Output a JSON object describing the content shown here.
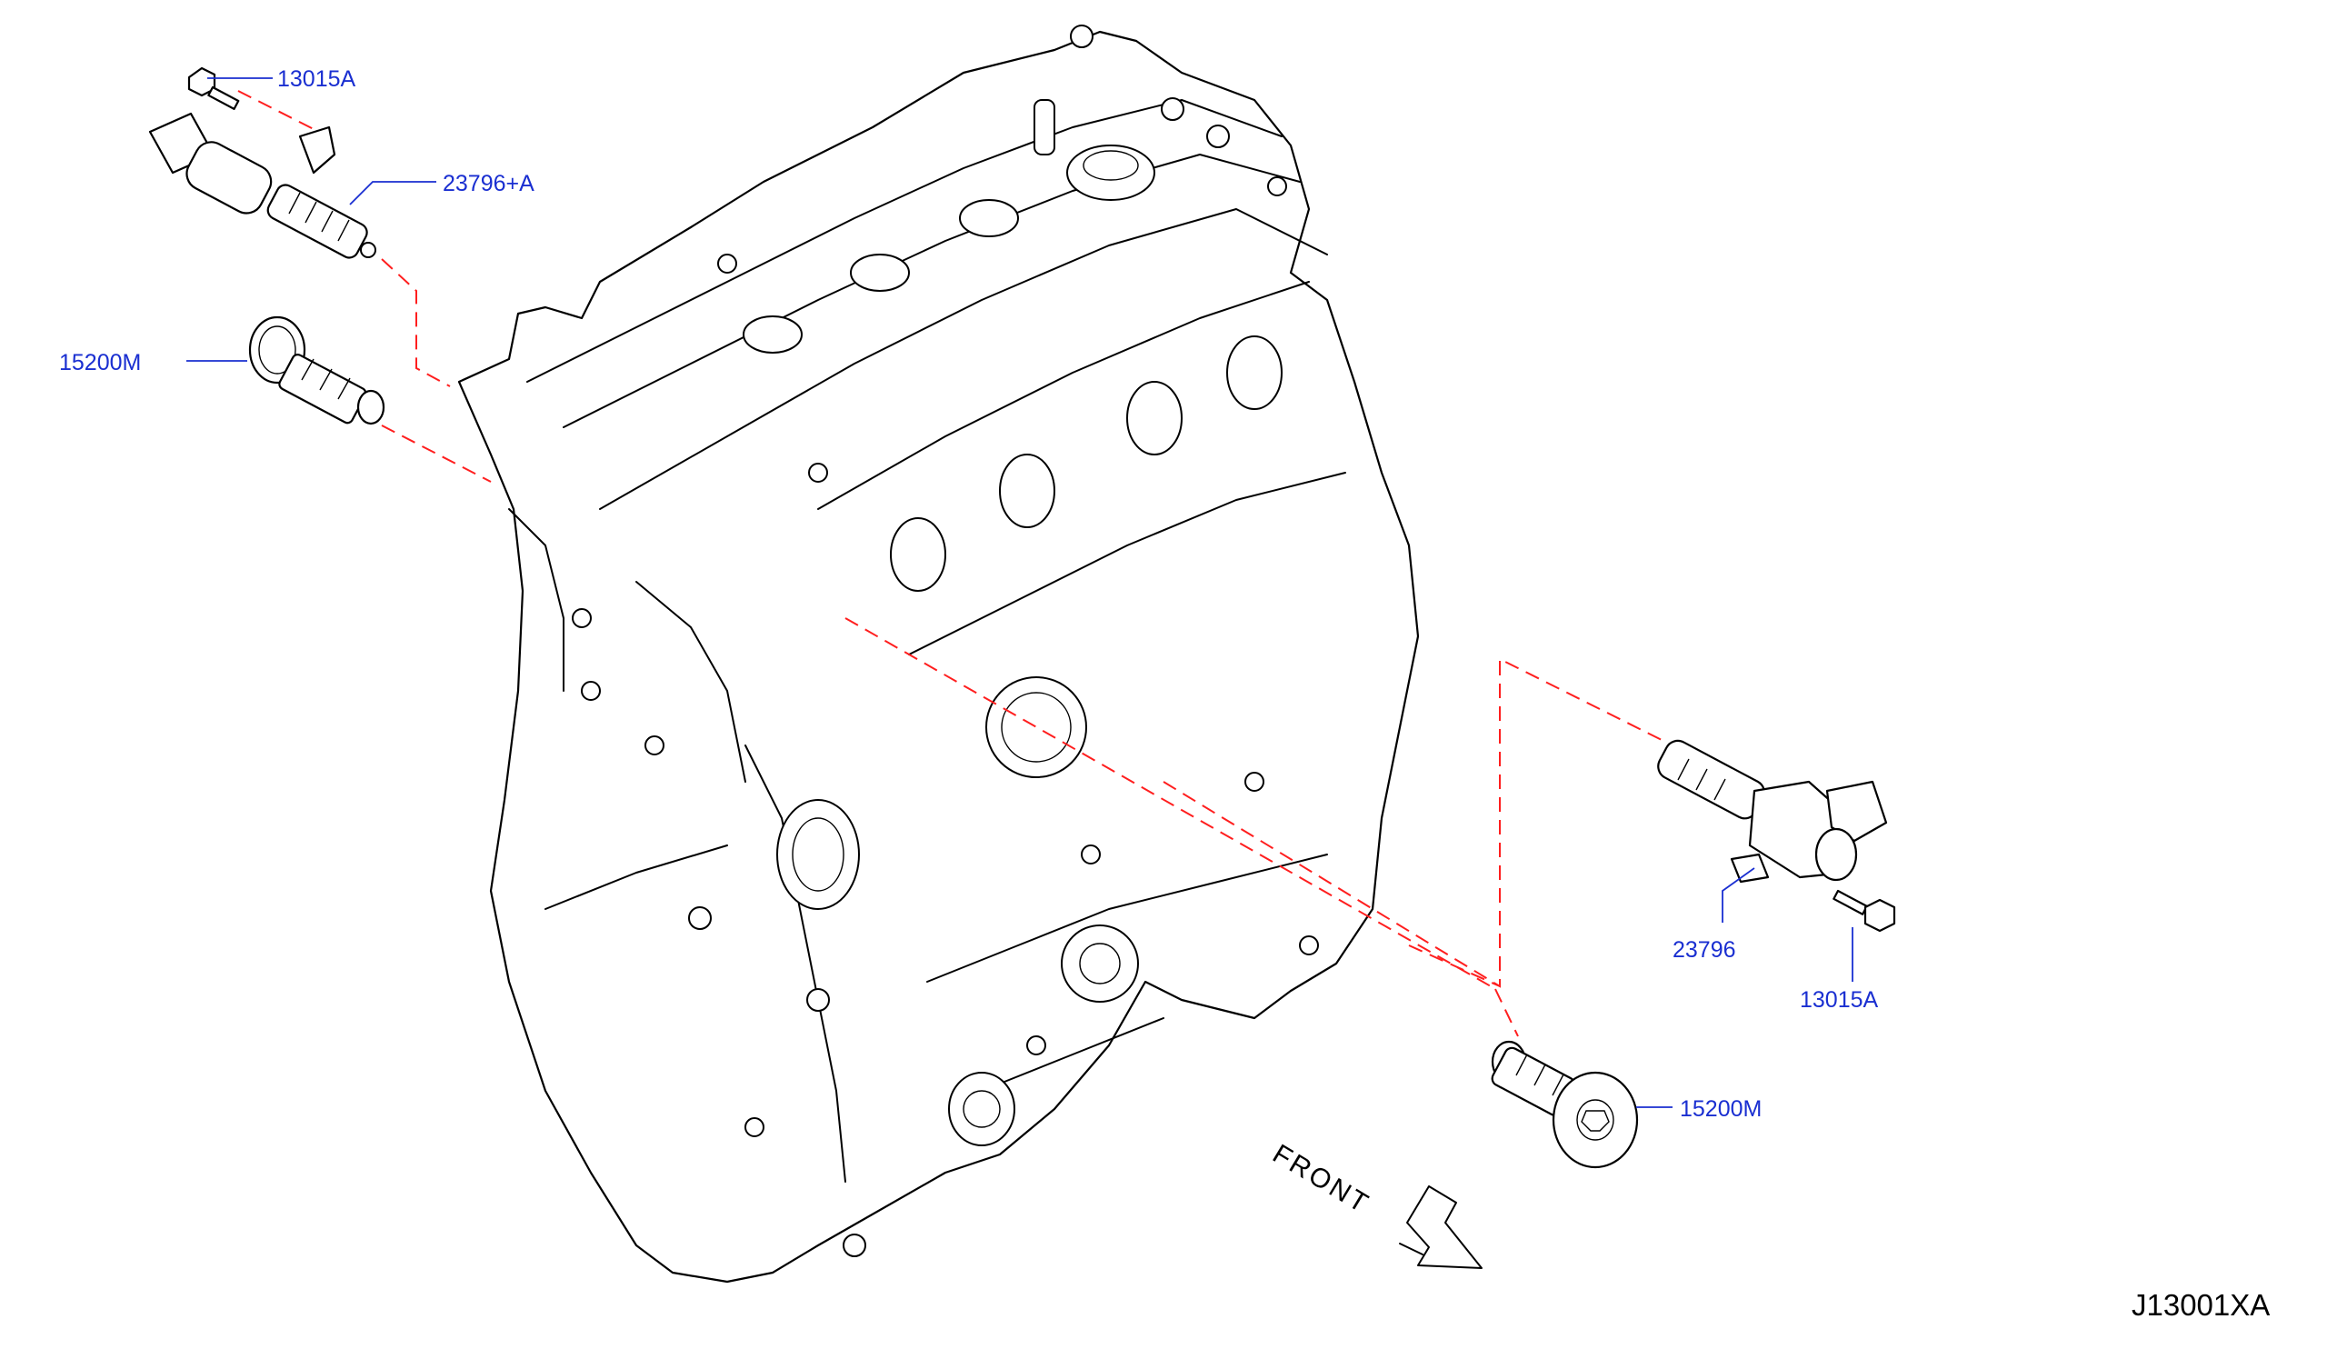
{
  "callouts": {
    "bolt_top": "13015A",
    "solenoid_top": "23796+A",
    "screen_left": "15200M",
    "solenoid_right": "23796",
    "bolt_right": "13015A",
    "screen_bottom": "15200M"
  },
  "front_label": "FRONT",
  "diagram_code": "J13001XA",
  "colors": {
    "callout_text": "#1a2fd1",
    "leader_line": "#1a2fd1",
    "phantom_line": "#ff1e1e",
    "line_art": "#000000",
    "background": "#ffffff"
  }
}
